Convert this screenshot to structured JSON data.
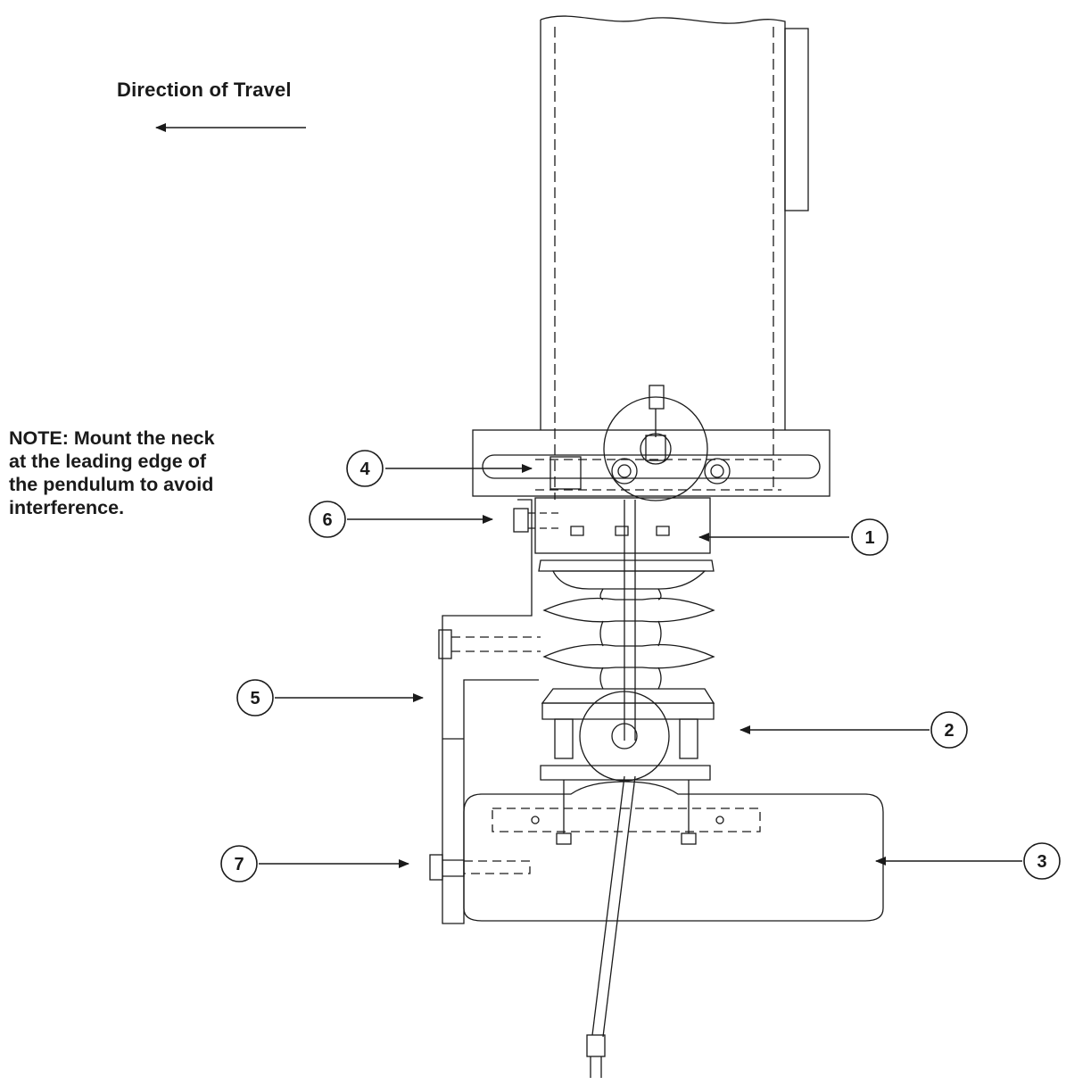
{
  "direction_label": "Direction of Travel",
  "note_lines": [
    "NOTE: Mount the neck",
    "at the leading edge of",
    "the pendulum to avoid",
    "interference."
  ],
  "callouts": [
    "1",
    "2",
    "3",
    "4",
    "5",
    "6",
    "7"
  ],
  "colors": {
    "line": "#1a1a1a",
    "background": "#ffffff"
  }
}
